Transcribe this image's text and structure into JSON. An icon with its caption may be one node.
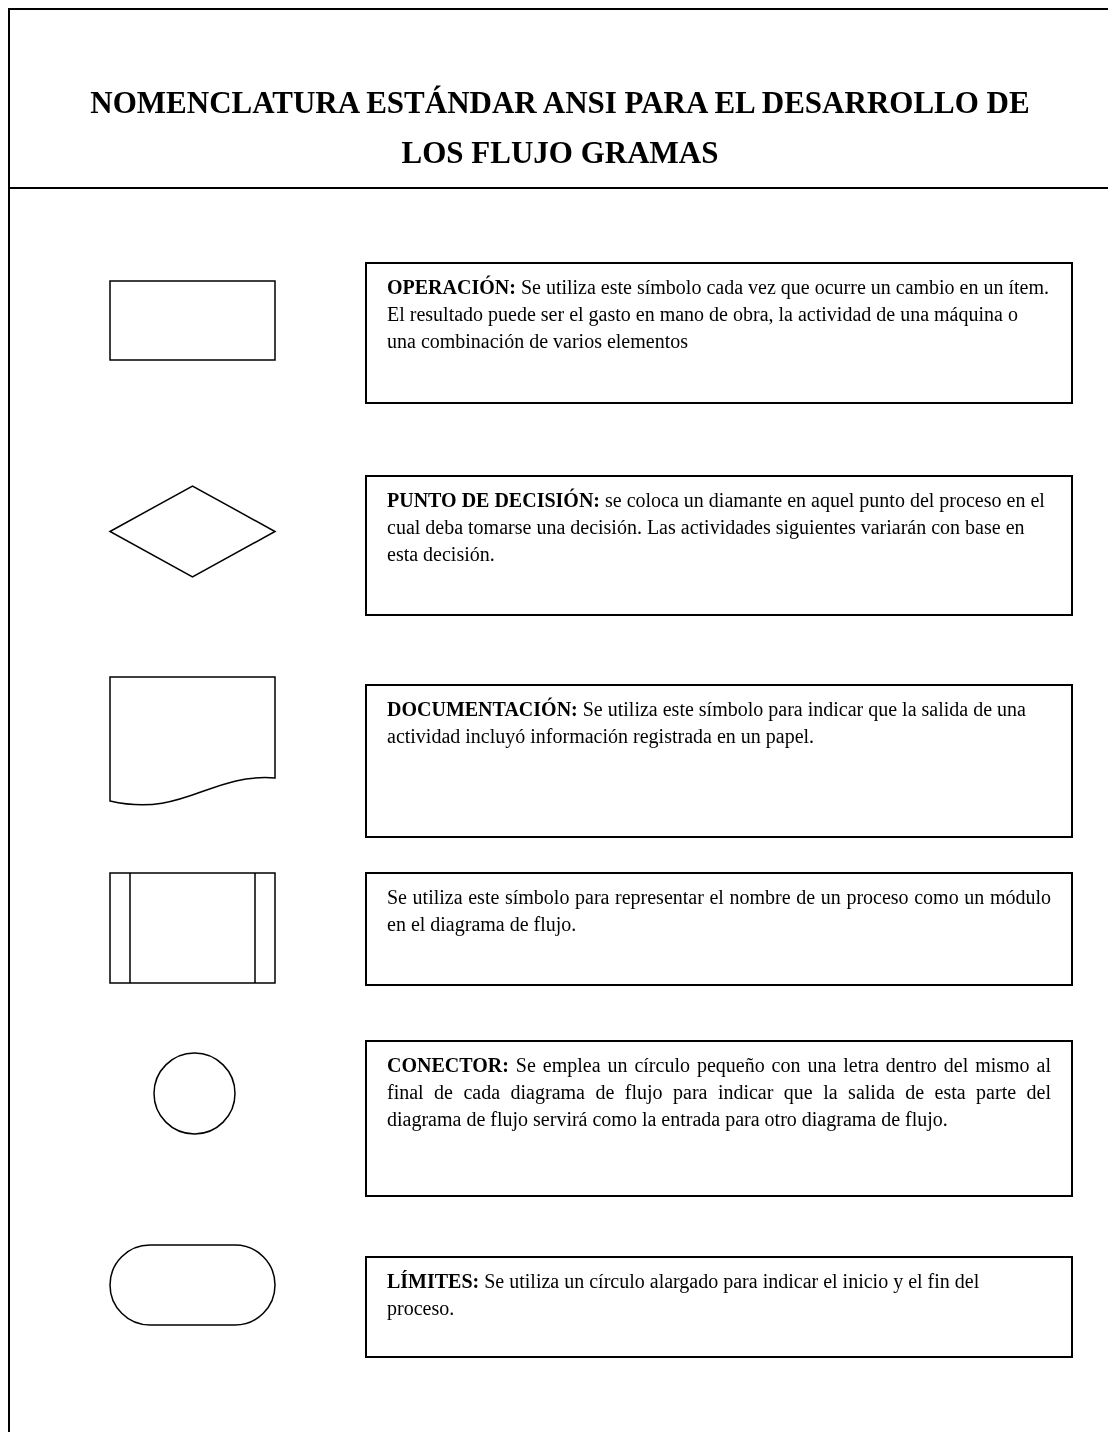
{
  "diagram": {
    "title": "NOMENCLATURA ESTÁNDAR ANSI PARA EL DESARROLLO DE LOS FLUJO GRAMAS",
    "nodes": [
      {
        "text": [],
        "shape": "box"
      },
      {
        "text": [
          "**OPERACIÓN:** Se utiliza este símbolo cada vez que ocurre un cambio en un ítem. El resultado puede ser el gasto en mano de obra, la actividad de una máquina o una combinación de varios elementos"
        ]
      },
      {
        "text": [],
        "shape": "diamond"
      },
      {
        "text": [
          "**PUNTO DE DECISIÓN:** se coloca un diamante en aquel punto del proceso en el cual deba tomarse una decisión. Las actividades siguientes variarán con base en esta decisión."
        ]
      },
      {
        "text": [],
        "shape": "document"
      },
      {
        "text": [
          "**DOCUMENTACIÓN:** Se utiliza este símbolo para indicar que la salida de una actividad incluyó información registrada en un papel."
        ]
      },
      {
        "text": [],
        "shape": "box"
      },
      {
        "text": [
          "Se utiliza este símbolo para representar el nombre de un proceso como un módulo en el diagrama de flujo."
        ]
      },
      {
        "text": [],
        "shape": "circle"
      },
      {
        "text": [
          "**CONECTOR:** Se emplea un círculo pequeño con una letra dentro del mismo al final de cada diagrama de flujo para indicar que la salida de esta parte del diagrama de flujo servirá como la entrada para otro diagrama de flujo."
        ]
      },
      {
        "text": [],
        "shape": "stadium"
      },
      {
        "text": [
          "**LÍMITES:** Se utiliza un círculo alargado para indicar el inicio y el fin del proceso."
        ]
      }
    ]
  }
}
